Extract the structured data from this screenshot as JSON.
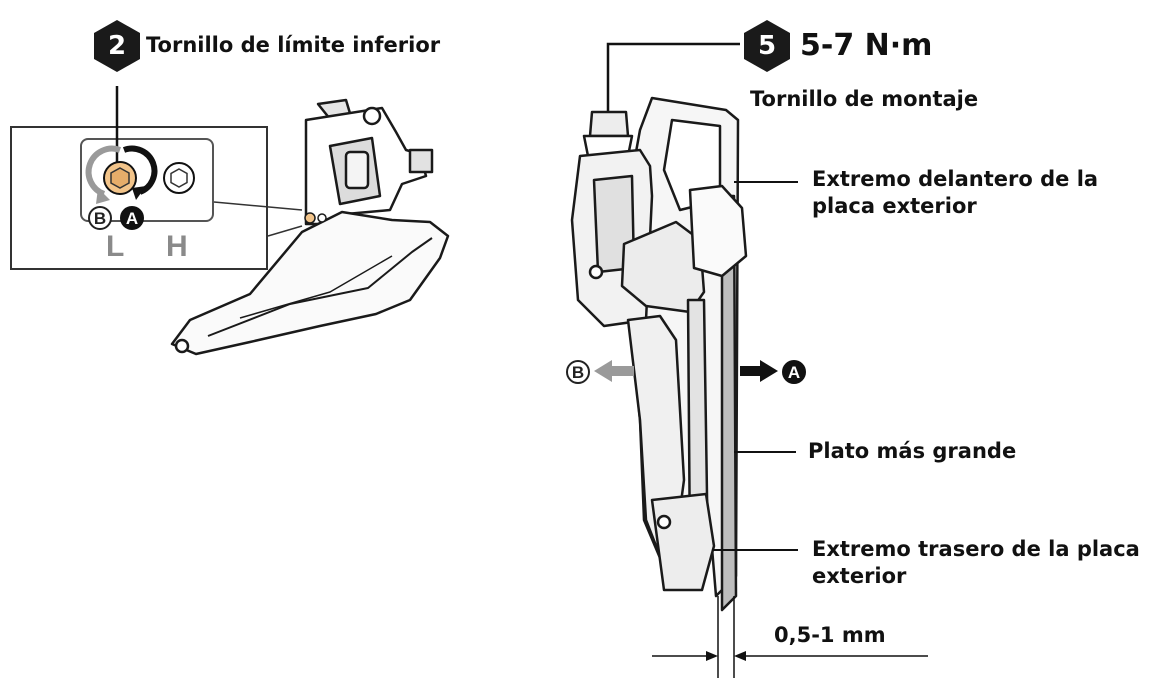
{
  "step2": {
    "number": "2",
    "label": "Tornillo de límite inferior"
  },
  "step5": {
    "number": "5",
    "torque": "5-7 N·m",
    "label": "Tornillo de montaje"
  },
  "callouts": {
    "outer_front": "Extremo delantero de la placa exterior",
    "largest_chainring": "Plato más grande",
    "outer_rear": "Extremo trasero de la placa exterior",
    "clearance": "0,5-1 mm"
  },
  "detail": {
    "low_letter": "L",
    "high_letter": "H",
    "marker_b": "B",
    "marker_a": "A"
  },
  "directions": {
    "left_marker": "B",
    "right_marker": "A"
  },
  "colors": {
    "screw_highlight": "#f2c48a",
    "gray_arrow": "#9a9a9a",
    "badge": "#1a1a1a"
  },
  "icons": [
    "hexagon-badge",
    "hex-screw-icon",
    "rotate-arrows-icon",
    "arrow-left-icon",
    "arrow-right-icon"
  ]
}
